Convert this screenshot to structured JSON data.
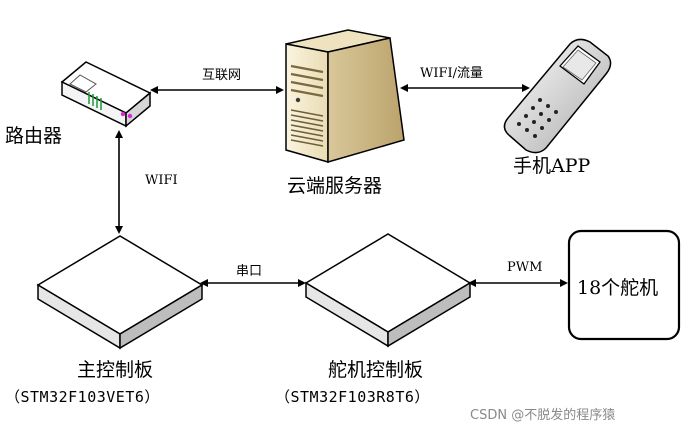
{
  "nodes": {
    "router": {
      "label": "路由器"
    },
    "cloud_server": {
      "label": "云端服务器"
    },
    "phone_app": {
      "label": "手机APP"
    },
    "main_board": {
      "label": "主控制板",
      "chip": "（STM32F103VET6）"
    },
    "servo_board": {
      "label": "舵机控制板",
      "chip": "（STM32F103R8T6）"
    },
    "servos": {
      "label": "18个舵机"
    }
  },
  "links": {
    "router_server": "互联网",
    "server_phone": "WIFI/流量",
    "router_main": "WIFI",
    "main_servo": "串口",
    "servo_servos": "PWM"
  },
  "watermark": "CSDN @不脱发的程序猿",
  "colors": {
    "server_body": "#f2e7c8",
    "router_body": "#ffffff",
    "board_top": "#ffffff",
    "arrow": "#000000"
  }
}
